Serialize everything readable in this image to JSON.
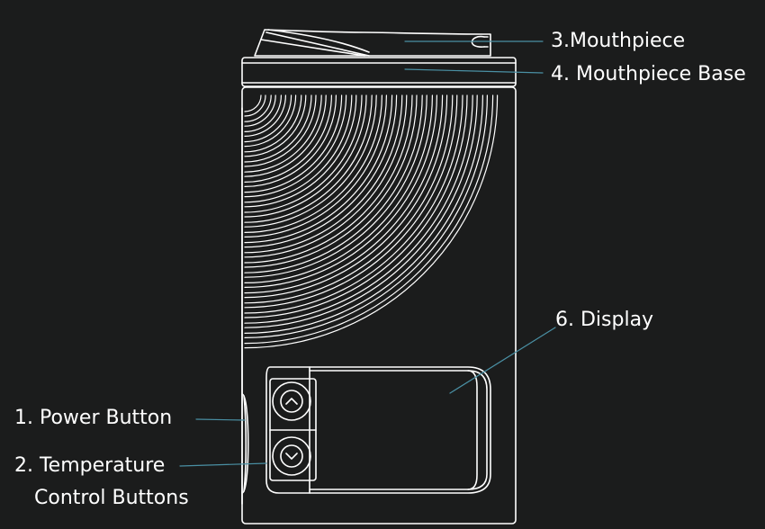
{
  "colors": {
    "background": "#1b1c1c",
    "line": "#ffffff",
    "leader": "#4a90a4"
  },
  "labels": {
    "mouthpiece": "3.Mouthpiece",
    "mouthpiece_base": "4. Mouthpiece Base",
    "display": "6. Display",
    "power_button": "1. Power Button",
    "temperature_line1": "2. Temperature",
    "temperature_line2": "Control Buttons"
  },
  "icons": {
    "up_button": "chevron-up-icon",
    "down_button": "chevron-down-icon"
  }
}
